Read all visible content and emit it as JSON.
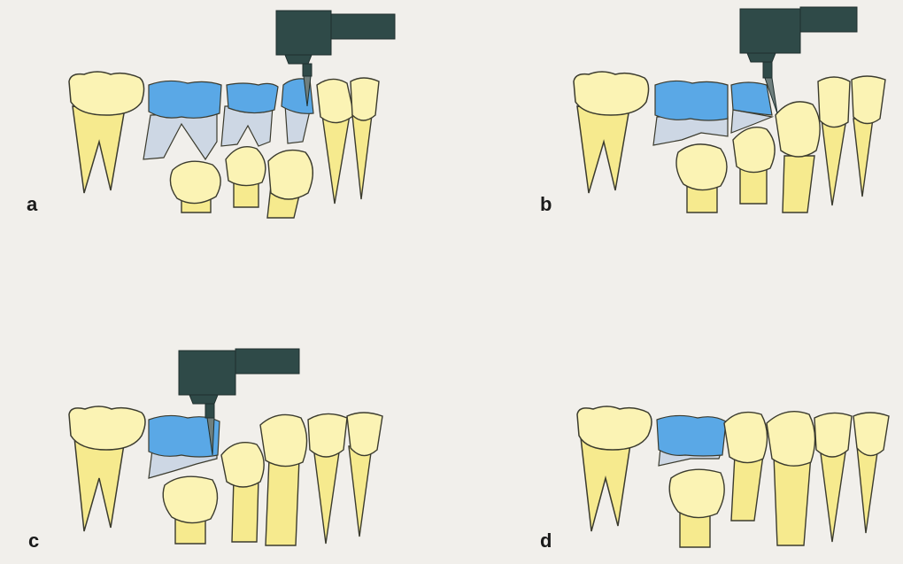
{
  "panels": [
    {
      "label": "a"
    },
    {
      "label": "b"
    },
    {
      "label": "c"
    },
    {
      "label": "d"
    }
  ],
  "colors": {
    "background": "#f1efeb",
    "tooth_yellow": "#f6ea8e",
    "crown_light": "#fbf3b4",
    "prep_blue": "#5aa8e6",
    "prep_blue_light": "#cdd7e4",
    "drill": "#2f4a48",
    "outline": "#3b3b2e"
  },
  "icons": [
    "dental-drill-icon",
    "molar-icon",
    "premolar-icon",
    "canine-icon",
    "incisor-icon"
  ]
}
